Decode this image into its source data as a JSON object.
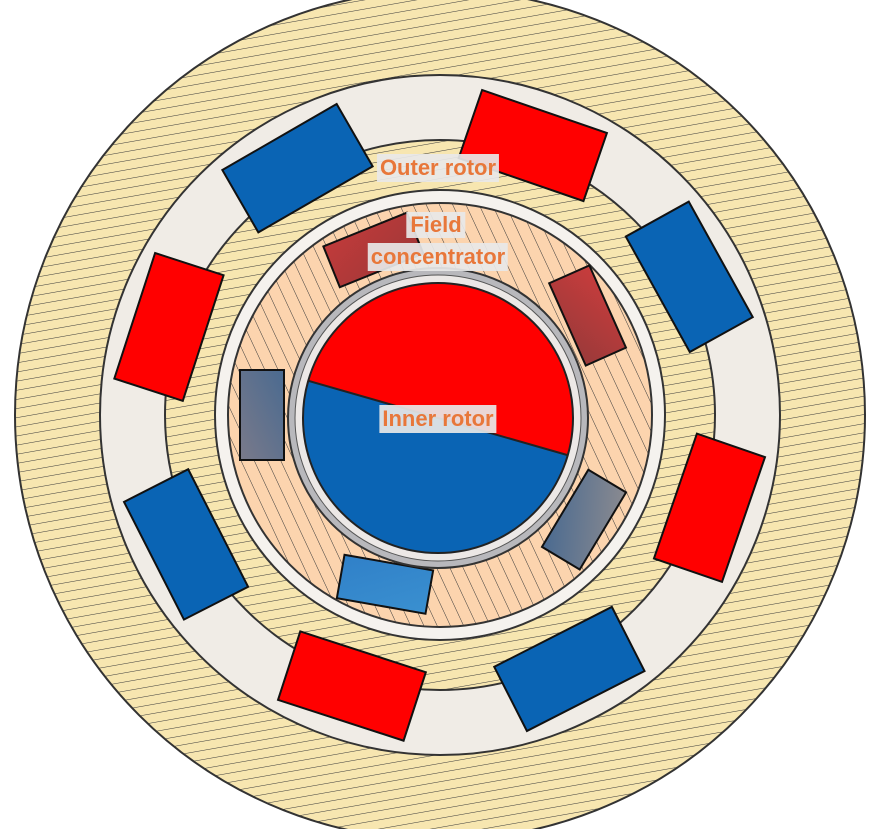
{
  "labels": {
    "outer_rotor": "Outer rotor",
    "field_concentrator_line1": "Field",
    "field_concentrator_line2": "concentrator",
    "inner_rotor": "Inner rotor"
  },
  "colors": {
    "north": "#ff0000",
    "south": "#0a64b4",
    "outer_ring": "#f7e6b0",
    "white_ring": "#f0ece6",
    "concentrator": "#fcd4ae",
    "label_text": "#e8773a"
  }
}
